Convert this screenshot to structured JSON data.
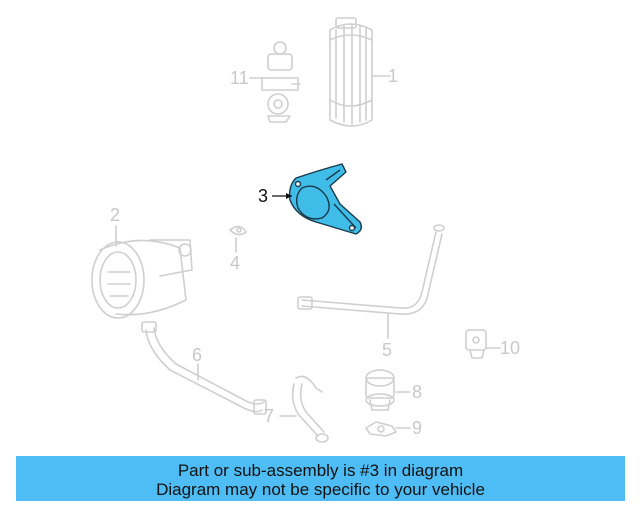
{
  "diagram": {
    "highlight_color": "#3fbde8",
    "faded_color": "#c8c8c8",
    "callouts": {
      "c1": "1",
      "c2": "2",
      "c3": "3",
      "c4": "4",
      "c5": "5",
      "c6": "6",
      "c7": "7",
      "c8": "8",
      "c9": "9",
      "c10": "10",
      "c11": "11"
    }
  },
  "caption": {
    "line1": "Part or sub-assembly is #3 in diagram",
    "line2": "Diagram may not be specific to your vehicle"
  }
}
